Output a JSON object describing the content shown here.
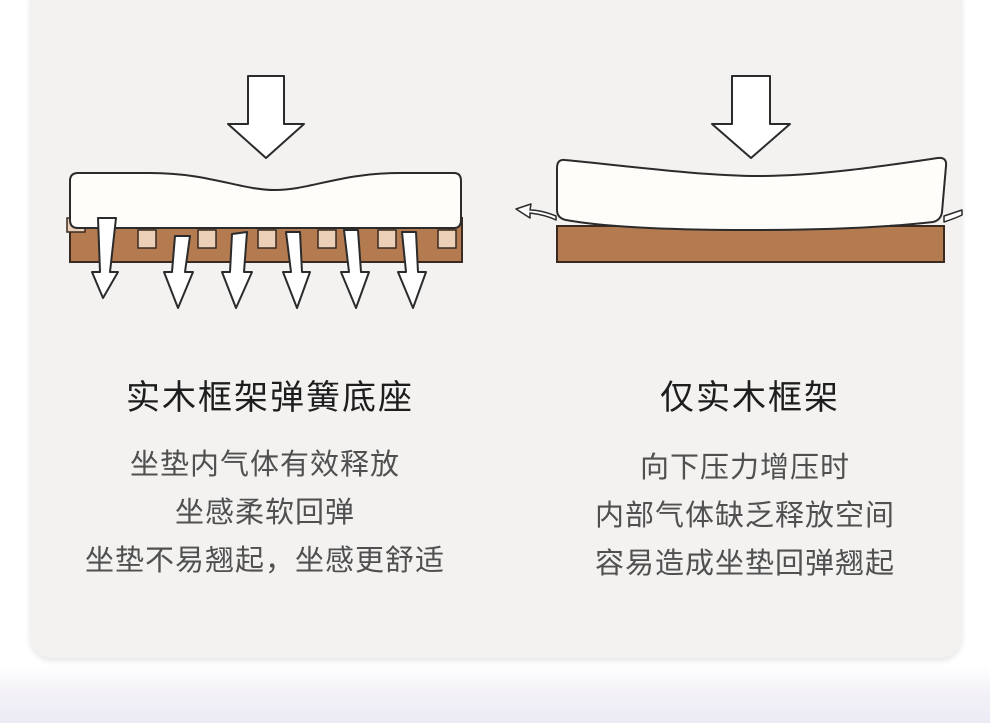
{
  "colors": {
    "background": "#ffffff",
    "card": "#f3f2f1",
    "wood": "#b47a50",
    "wood_outline": "#3a2a20",
    "cushion": "#fefdfa",
    "spring": "#eccfb7",
    "title_text": "#1d1d1d",
    "desc_text": "#505050"
  },
  "left_panel": {
    "title": "实木框架弹簧底座",
    "lines": [
      "坐垫内气体有效释放",
      "坐感柔软回弹",
      "坐垫不易翘起，坐感更舒适"
    ],
    "icons": [
      "press-down-arrow-icon",
      "air-release-arrow-icon"
    ]
  },
  "right_panel": {
    "title": "仅实木框架",
    "lines": [
      "向下压力增压时",
      "内部气体缺乏释放空间",
      "容易造成坐垫回弹翘起"
    ],
    "icons": [
      "press-down-arrow-icon",
      "side-escape-arrow-icon"
    ]
  }
}
